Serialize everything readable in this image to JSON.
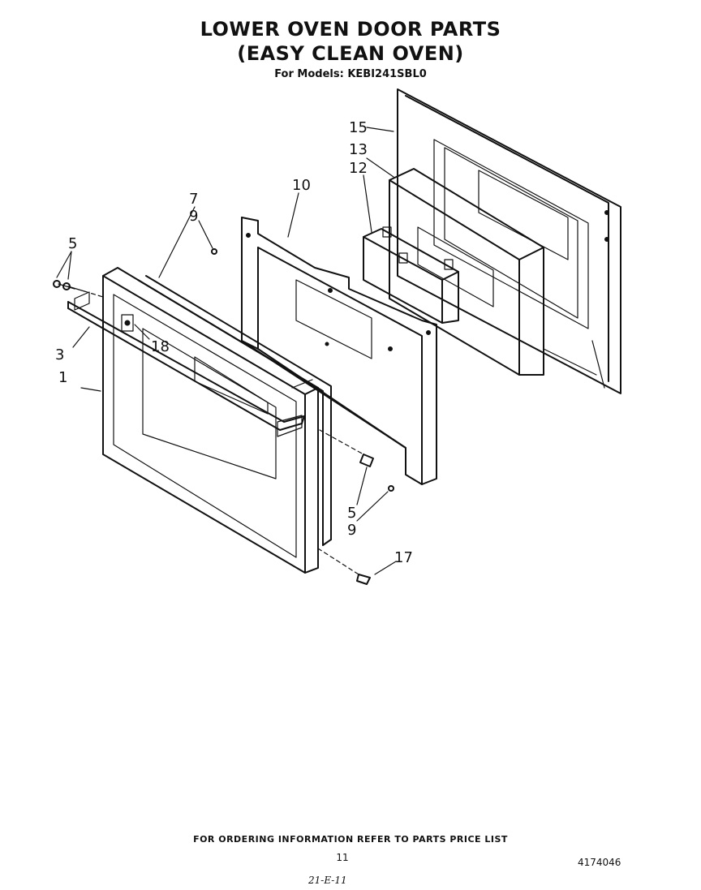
{
  "header": {
    "title_line1": "LOWER OVEN DOOR PARTS",
    "title_line2": "(EASY CLEAN OVEN)",
    "models": "For Models: KEBI241SBL0"
  },
  "callouts": {
    "c1": "1",
    "c3": "3",
    "c5a": "5",
    "c5b": "5",
    "c7": "7",
    "c9a": "9",
    "c9b": "9",
    "c10": "10",
    "c12": "12",
    "c13": "13",
    "c15": "15",
    "c17": "17",
    "c18": "18"
  },
  "footer": {
    "ordering_note": "FOR ORDERING INFORMATION REFER TO PARTS PRICE LIST",
    "page_number": "11",
    "doc_number": "4174046",
    "handwritten_note": "21-E-11"
  }
}
